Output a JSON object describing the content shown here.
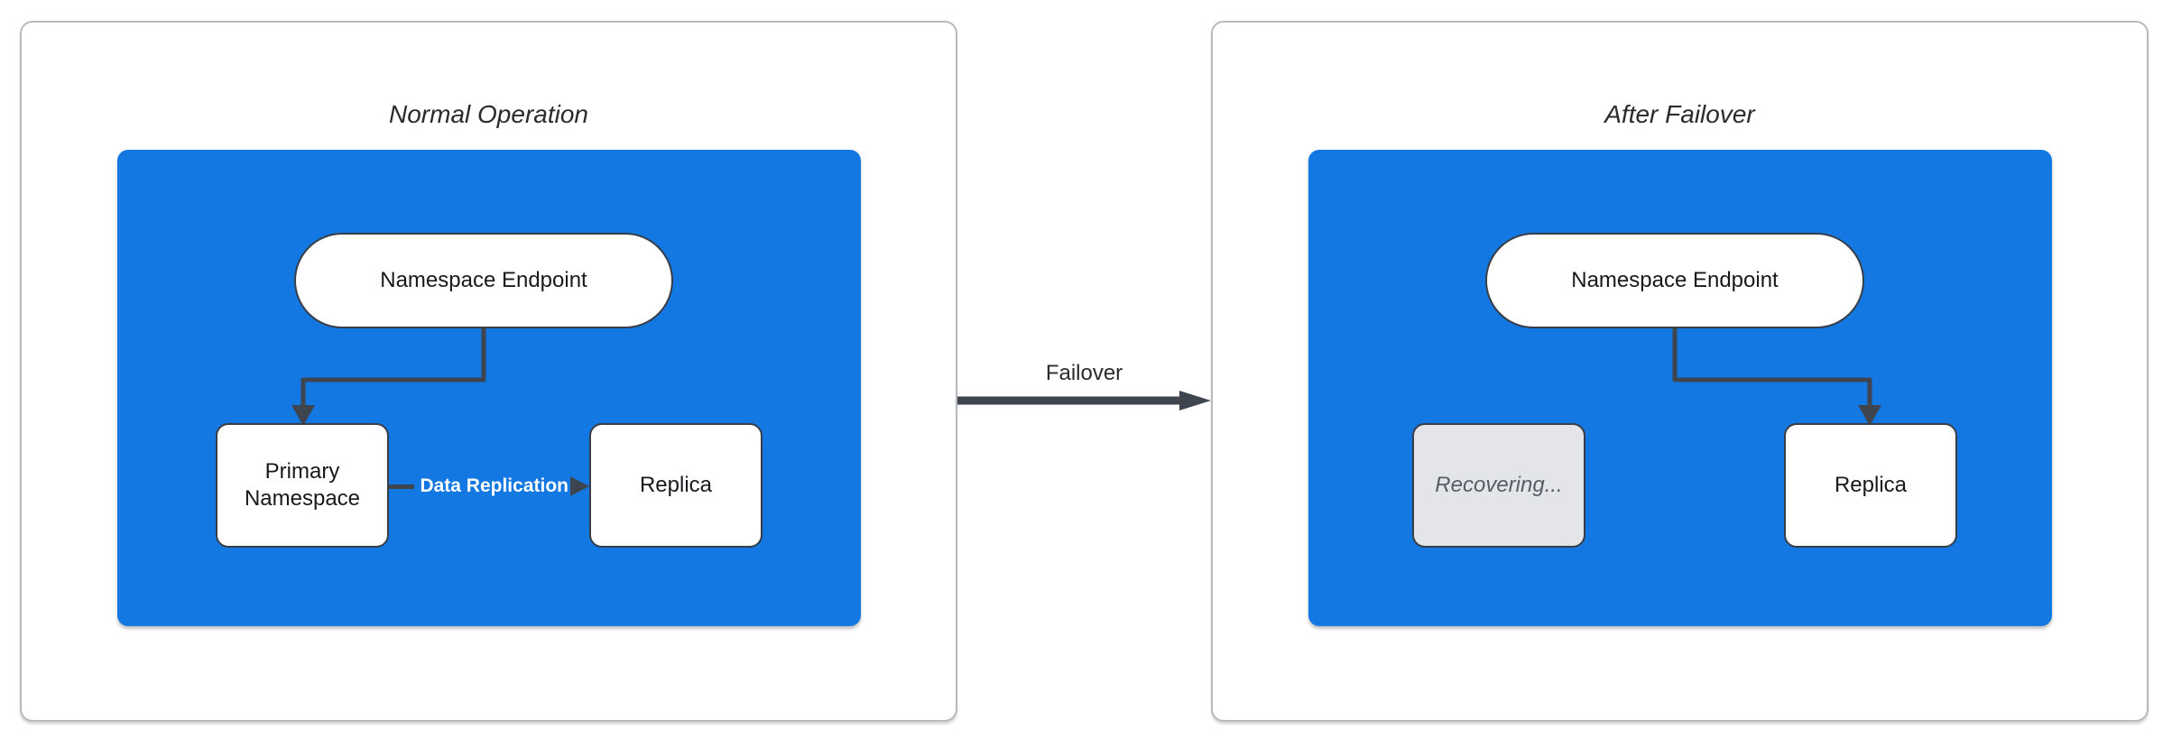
{
  "colors": {
    "cluster_blue": "#1478E2",
    "connector_dark": "#3E454E",
    "node_border": "#383E48",
    "panel_border": "#B8BABD",
    "recovering_fill": "#E3E5E8",
    "recovering_text": "#565D66",
    "node_text": "#17191D",
    "title_text": "#2B2B2B",
    "edge_label_text": "#FFFFFF"
  },
  "panels": [
    {
      "title": "Normal Operation",
      "endpoint_label": "Namespace Endpoint",
      "primary_label": "Primary Namespace",
      "replica_label": "Replica",
      "edge_label": "Data Replication"
    },
    {
      "title": "After Failover",
      "endpoint_label": "Namespace Endpoint",
      "recovering_label": "Recovering...",
      "replica_label": "Replica"
    }
  ],
  "transition": {
    "label": "Failover"
  }
}
